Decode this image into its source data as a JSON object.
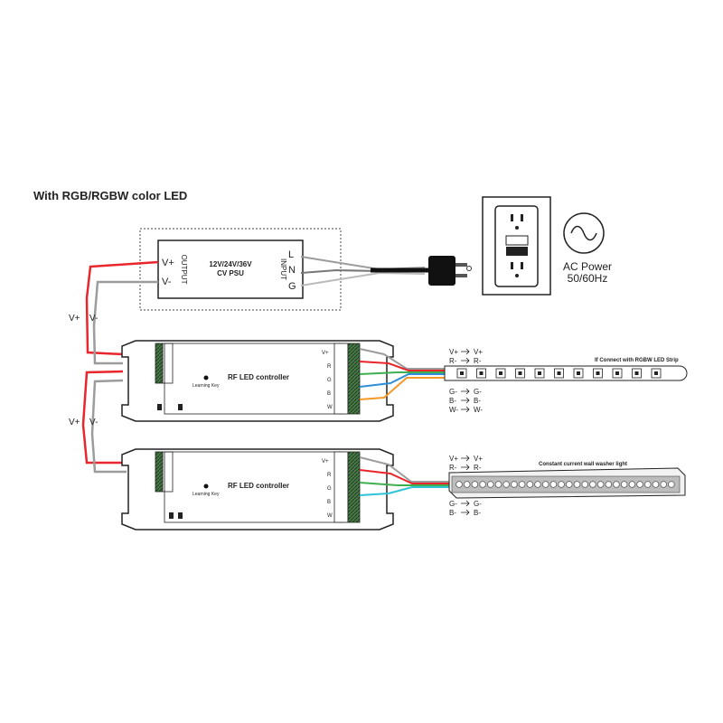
{
  "title": "With RGB/RGBW color LED",
  "psu": {
    "name_line1": "12V/24V/36V",
    "name_line2": "CV PSU",
    "output_label": "OUTPUT",
    "input_label": "INPUT",
    "out_pos": "V+",
    "out_neg": "V-",
    "in_l": "L",
    "in_n": "N",
    "in_g": "G"
  },
  "ac_power": {
    "line1": "AC Power",
    "line2": "50/60Hz"
  },
  "link_labels": {
    "pos": "V+",
    "neg": "V-"
  },
  "controller": {
    "name": "RF LED controller",
    "learning_key": "Learning Key",
    "output_terminals": [
      "V+",
      "R",
      "G",
      "B",
      "W"
    ]
  },
  "rgbw_strip": {
    "caption": "If Connect with RGBW LED Strip",
    "pins": [
      {
        "from": "V+",
        "to": "V+"
      },
      {
        "from": "R-",
        "to": "R-"
      },
      {
        "from": "G-",
        "to": "G-"
      },
      {
        "from": "B-",
        "to": "B-"
      },
      {
        "from": "W-",
        "to": "W-"
      }
    ]
  },
  "washer": {
    "caption": "Constant current wall washer light",
    "pins": [
      {
        "from": "V+",
        "to": "V+"
      },
      {
        "from": "R-",
        "to": "R-"
      },
      {
        "from": "G-",
        "to": "G-"
      },
      {
        "from": "B-",
        "to": "B-"
      }
    ]
  },
  "colors": {
    "wire_red": "#e8262b",
    "wire_gray": "#9c9c9c",
    "wire_green": "#3fb04f",
    "wire_blue": "#2f8fd6",
    "wire_orange": "#f39a2a",
    "wire_cyan": "#2fc3d8",
    "terminal_green": "#2f8a3a"
  }
}
